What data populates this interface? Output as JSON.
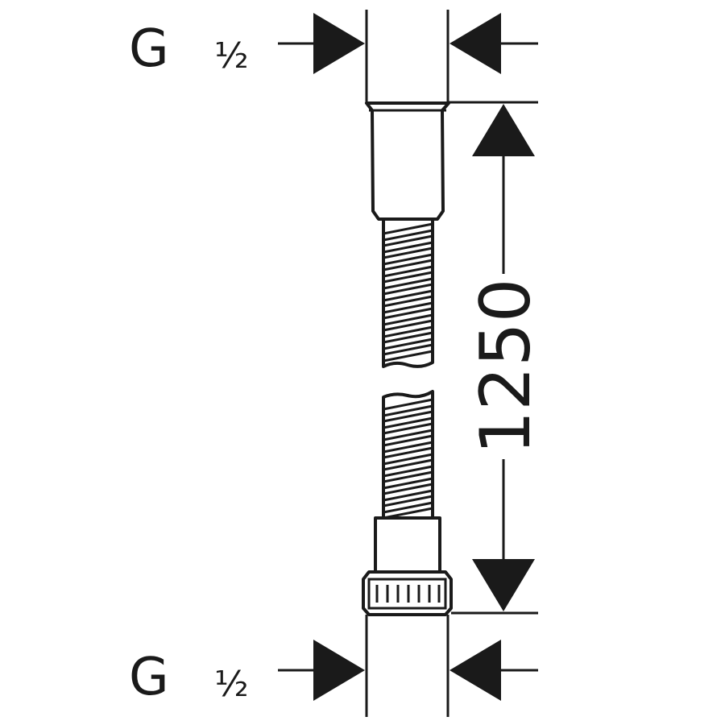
{
  "top_connection": {
    "thread_letter": "G",
    "thread_size": "½"
  },
  "bottom_connection": {
    "thread_letter": "G",
    "thread_size": "½"
  },
  "length_dimension": {
    "value": "1250"
  },
  "colors": {
    "line": "#1a1a1a",
    "background": "#ffffff"
  }
}
